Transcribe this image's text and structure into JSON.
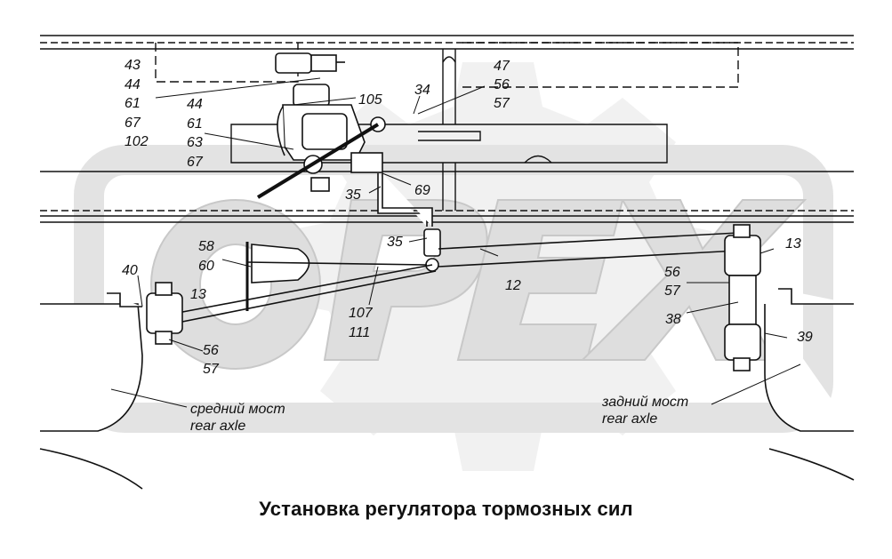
{
  "caption": "Установка регулятора тормозных сил",
  "watermark": "OPEX",
  "colors": {
    "line": "#111111",
    "watermark": "#e4e4e4",
    "background": "#ffffff"
  },
  "labels": {
    "stack_top_left": [
      "43",
      "44",
      "61",
      "67",
      "102"
    ],
    "stack_mid_left": [
      "44",
      "61",
      "63",
      "67"
    ],
    "stack_top_right": [
      "47",
      "56",
      "57"
    ],
    "l105": "105",
    "l34": "34",
    "l35a": "35",
    "l69": "69",
    "l35b": "35",
    "l58": "58",
    "l60": "60",
    "l12": "12",
    "l107": "107",
    "l111": "111",
    "l40": "40",
    "l13a": "13",
    "l56a": "56",
    "l57a": "57",
    "l13b": "13",
    "l56b": "56",
    "l57b": "57",
    "l38": "38",
    "l39": "39"
  },
  "axles": {
    "middle_ru": "средний мост",
    "middle_en": "rear axle",
    "rear_ru": "задний мост",
    "rear_en": "rear axle"
  }
}
